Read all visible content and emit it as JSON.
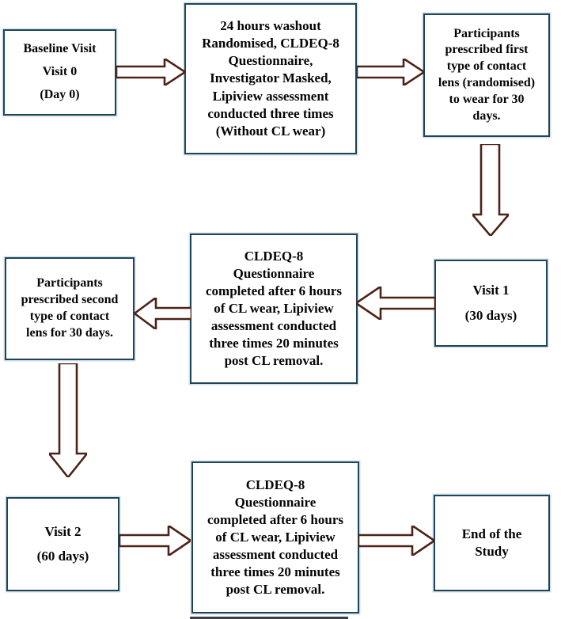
{
  "colors": {
    "box_border": "#1e4556",
    "arrow_outline": "#4c2317",
    "text": "#050505",
    "background": "#ffffff"
  },
  "flow": {
    "baseline": {
      "lines": [
        "Baseline Visit",
        "Visit 0",
        "(Day 0)"
      ]
    },
    "washout": {
      "lines": [
        "24 hours washout",
        "Randomised, CLDEQ-8",
        "Questionnaire,",
        "Investigator Masked,",
        "Lipiview assessment",
        "conducted three times",
        "(Without CL wear)"
      ]
    },
    "first_lens": {
      "lines": [
        "Participants",
        "prescribed first",
        "type of contact",
        "lens (randomised)",
        "to wear for 30",
        "days."
      ]
    },
    "visit1": {
      "lines": [
        "Visit 1",
        "(30 days)"
      ]
    },
    "cldeq_visit1": {
      "lines": [
        "CLDEQ-8",
        "Questionnaire",
        "completed after 6 hours",
        "of CL wear, Lipiview",
        "assessment conducted",
        "three times 20 minutes",
        "post CL removal."
      ]
    },
    "second_lens": {
      "lines": [
        "Participants",
        "prescribed second",
        "type of contact",
        "lens for 30 days."
      ]
    },
    "visit2": {
      "lines": [
        "Visit 2",
        "(60 days)"
      ]
    },
    "cldeq_visit2": {
      "lines": [
        "CLDEQ-8",
        "Questionnaire",
        "completed after 6 hours",
        "of CL wear, Lipiview",
        "assessment conducted",
        "three times 20 minutes",
        "post CL removal."
      ]
    },
    "end": {
      "lines": [
        "End of the",
        "Study"
      ]
    }
  },
  "connectors": [
    {
      "from": "baseline",
      "to": "washout",
      "direction": "right"
    },
    {
      "from": "washout",
      "to": "first_lens",
      "direction": "right"
    },
    {
      "from": "first_lens",
      "to": "visit1",
      "direction": "down"
    },
    {
      "from": "visit1",
      "to": "cldeq_visit1",
      "direction": "left"
    },
    {
      "from": "cldeq_visit1",
      "to": "second_lens",
      "direction": "left"
    },
    {
      "from": "second_lens",
      "to": "visit2",
      "direction": "down"
    },
    {
      "from": "visit2",
      "to": "cldeq_visit2",
      "direction": "right"
    },
    {
      "from": "cldeq_visit2",
      "to": "end",
      "direction": "right"
    }
  ]
}
